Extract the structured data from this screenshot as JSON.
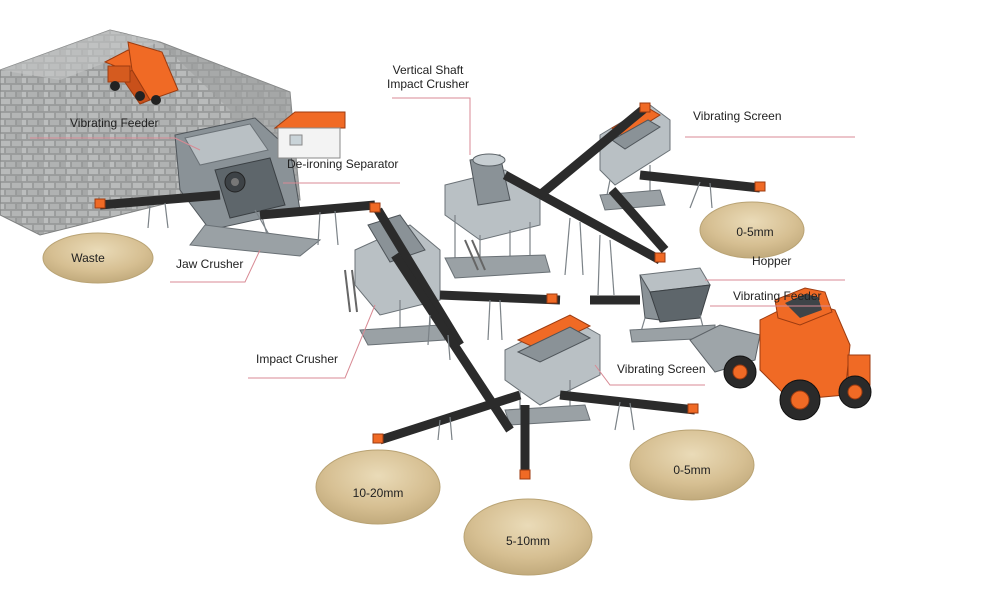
{
  "labels": {
    "vibrating_feeder_top": "Vibrating Feeder",
    "vertical_shaft_line1": "Vertical Shaft",
    "vertical_shaft_line2": "Impact Crusher",
    "vibrating_screen_top": "Vibrating Screen",
    "de_ironing": "De-ironing Separator",
    "jaw_crusher": "Jaw Crusher",
    "impact_crusher": "Impact Crusher",
    "hopper": "Hopper",
    "vibrating_feeder_right": "Vibrating Feeder",
    "vibrating_screen_bottom": "Vibrating Screen"
  },
  "piles": {
    "waste": "Waste",
    "top_right": "0-5mm",
    "bottom_right": "0-5mm",
    "bottom_left": "10-20mm",
    "bottom_center": "5-10mm"
  },
  "colors": {
    "accent_orange": "#f06a25",
    "steel": "#8a9297",
    "sand": "#d9c49a",
    "leader": "#d88a94"
  }
}
